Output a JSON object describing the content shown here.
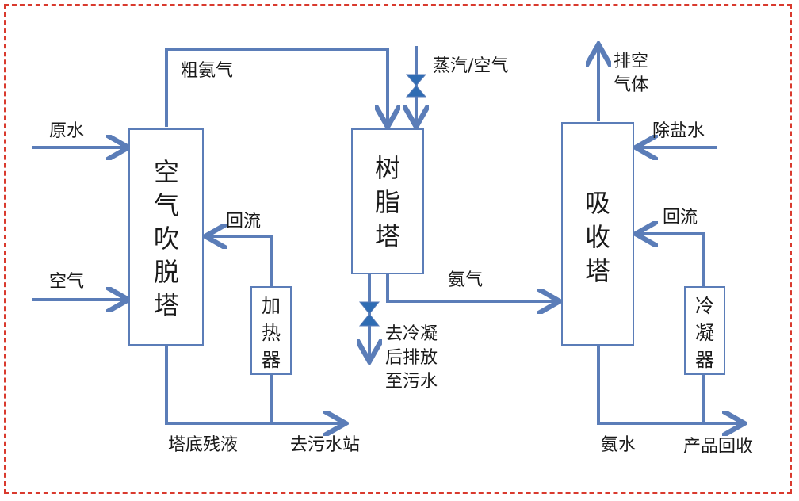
{
  "units": {
    "air_stripper": [
      "空",
      "气",
      "吹",
      "脱",
      "塔"
    ],
    "heater": [
      "加",
      "热",
      "器"
    ],
    "resin_tower": [
      "树",
      "脂",
      "塔"
    ],
    "absorber": [
      "吸",
      "收",
      "塔"
    ],
    "condenser": [
      "冷",
      "凝",
      "器"
    ]
  },
  "streams": {
    "raw_water": "原水",
    "air_in": "空气",
    "crude_ammonia": "粗氨气",
    "reflux_left": "回流",
    "bottoms": "塔底残液",
    "to_sewage_station": "去污水站",
    "steam_air": "蒸汽/空气",
    "ammonia_gas": "氨气",
    "condensate_discharge": [
      "去冷凝",
      "后排放",
      "至污水"
    ],
    "vent_gas": [
      "排空",
      "气体"
    ],
    "desalted_water": "除盐水",
    "reflux_right": "回流",
    "ammonia_water": "氨水",
    "product_recovery": "产品回收"
  },
  "colors": {
    "pipe": "#5b7db8",
    "valve": "#2f6cb3",
    "border": "#d93a2e"
  }
}
